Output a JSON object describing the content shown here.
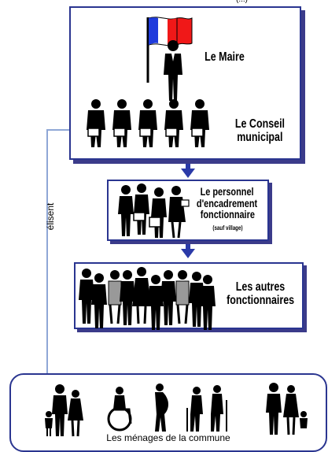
{
  "top_partial_text": "(...)",
  "mayor": {
    "label": "Le Maire"
  },
  "council": {
    "label_line1": "Le Conseil",
    "label_line2": "municipal"
  },
  "management": {
    "line1": "Le personnel",
    "line2": "d'encadrement",
    "line3": "fonctionnaire",
    "note": "(sauf village)"
  },
  "others": {
    "line1": "Les autres",
    "line2": "fonctionnaires"
  },
  "households": {
    "label": "Les ménages de la commune"
  },
  "elect_label": "élisent",
  "colors": {
    "box_border": "#2a3590",
    "arrow": "#2b3aa8",
    "line": "#8fa7d6",
    "flag_blue": "#1f3bdc",
    "flag_red": "#f01818"
  },
  "icons": [
    "flag-icon",
    "mayor-figure-icon",
    "council-member-icon",
    "staff-figure-icon",
    "worker-figure-icon",
    "family-icon",
    "wheelchair-icon",
    "pregnant-woman-icon",
    "elderly-couple-icon"
  ]
}
